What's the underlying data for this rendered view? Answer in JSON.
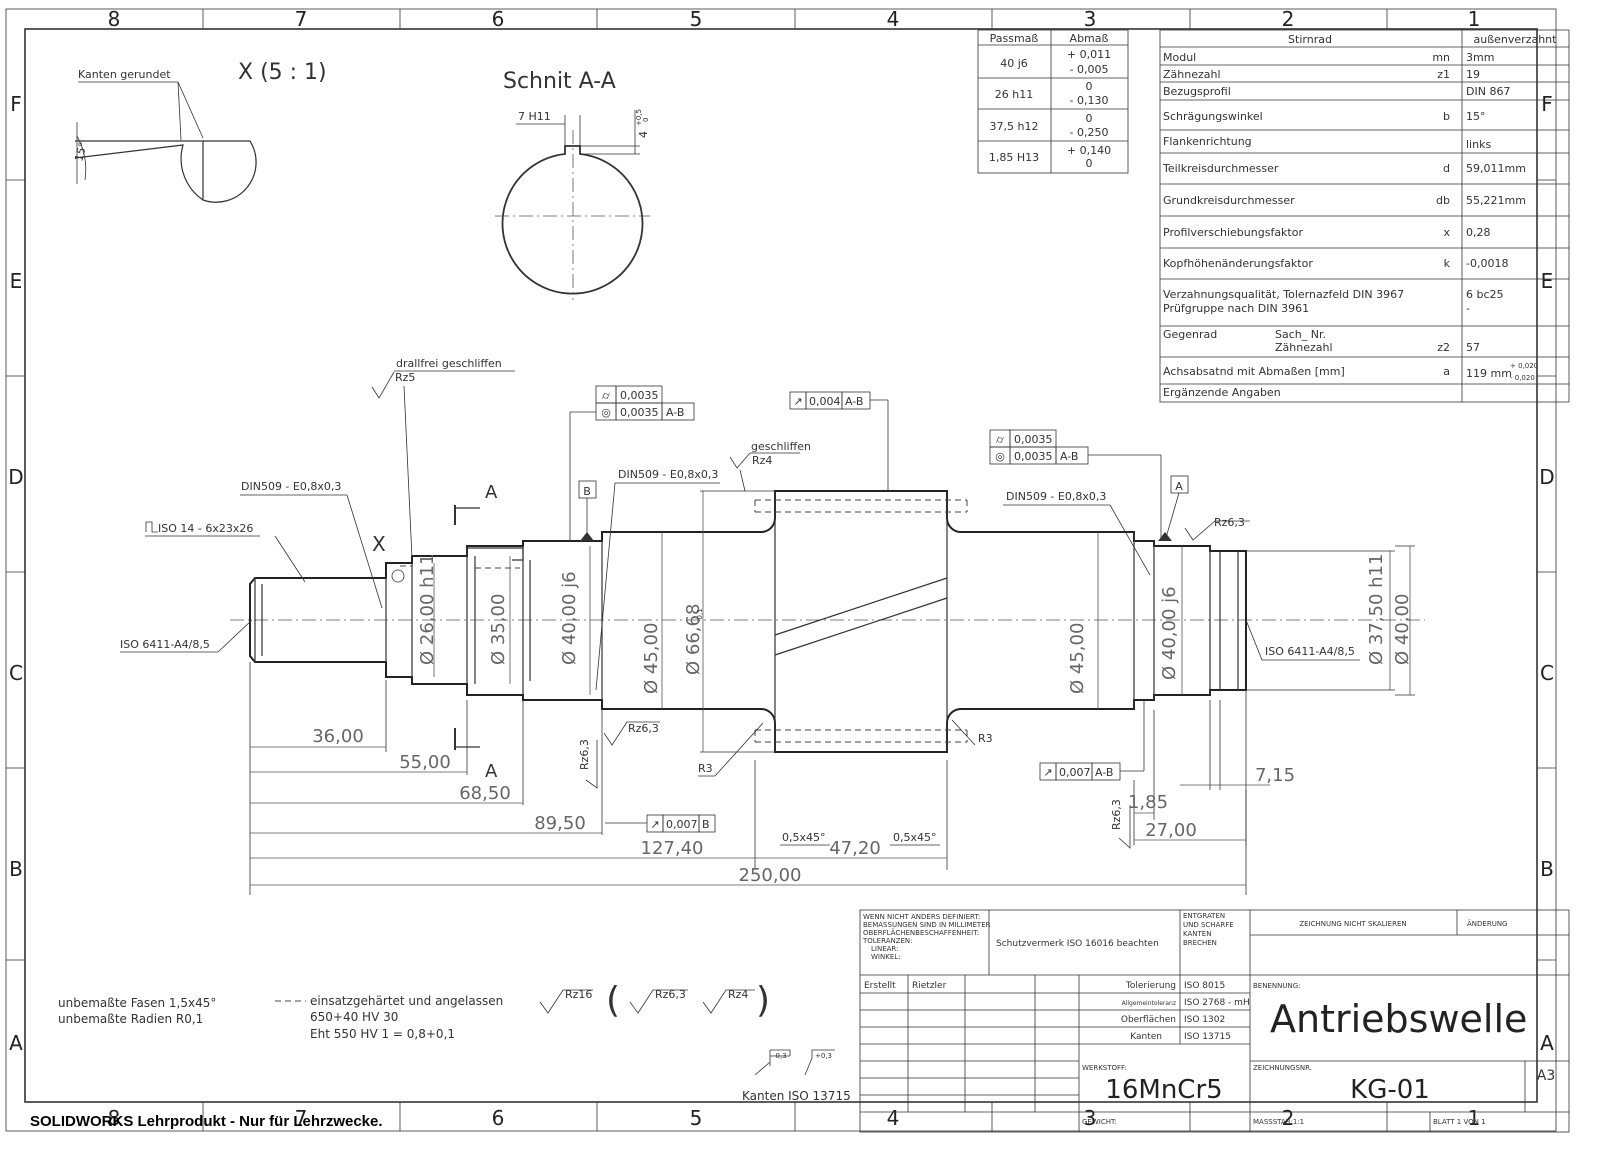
{
  "border": {
    "columns": [
      "8",
      "7",
      "6",
      "5",
      "4",
      "3",
      "2",
      "1"
    ],
    "rows": [
      "F",
      "E",
      "D",
      "C",
      "B",
      "A"
    ]
  },
  "watermark": "SOLIDWORKS Lehrprodukt - Nur für Lehrzwecke.",
  "detail_x": {
    "title": "X (5 : 1)",
    "note": "Kanten gerundet",
    "angle": "15°"
  },
  "section_aa": {
    "title": "Schnit A-A",
    "width_dim": "7 H11",
    "depth_dim": "4",
    "depth_tol_upper": "+0,5",
    "depth_tol_lower": "0"
  },
  "fit_table": {
    "headers": [
      "Passmaß",
      "Abmaß"
    ],
    "rows": [
      {
        "fit": "40 j6",
        "upper": "+ 0,011",
        "lower": "- 0,005"
      },
      {
        "fit": "26 h11",
        "upper": "0",
        "lower": "- 0,130"
      },
      {
        "fit": "37,5 h12",
        "upper": "0",
        "lower": "- 0,250"
      },
      {
        "fit": "1,85 H13",
        "upper": "+ 0,140",
        "lower": "0"
      }
    ]
  },
  "gear_table": {
    "header_left": "Stirnrad",
    "header_right": "außenverzahnt",
    "rows": [
      {
        "label": "Modul",
        "sym": "mn",
        "value": "3mm"
      },
      {
        "label": "Zähnezahl",
        "sym": "z1",
        "value": "19"
      },
      {
        "label": "Bezugsprofil",
        "sym": "",
        "value": "DIN 867"
      },
      {
        "label": "Schrägungswinkel",
        "sym": "b",
        "value": "15°"
      },
      {
        "label": "Flankenrichtung",
        "sym": "",
        "value": "links"
      },
      {
        "label": "Teilkreisdurchmesser",
        "sym": "d",
        "value": "59,011mm"
      },
      {
        "label": "Grundkreisdurchmesser",
        "sym": "db",
        "value": "55,221mm"
      },
      {
        "label": "Profilverschiebungsfaktor",
        "sym": "x",
        "value": "0,28"
      },
      {
        "label": "Kopfhöhenänderungsfaktor",
        "sym": "k",
        "value": "-0,0018"
      }
    ],
    "quality_label_1": "Verzahnungsqualität, Tolernazfeld DIN 3967",
    "quality_label_2": "Prüfgruppe nach DIN 3961",
    "quality_value_1": "6 bc25",
    "quality_value_2": "-",
    "gegenrad_label": "Gegenrad",
    "sach_nr_label": "Sach_ Nr.",
    "zaehnezahl_label": "Zähnezahl",
    "gegen_sym": "z2",
    "gegen_value": "57",
    "achs_label": "Achsabsatnd mit Abmaßen [mm]",
    "achs_sym": "a",
    "achs_value": "119 mm",
    "achs_tol_upper": "+ 0,020",
    "achs_tol_lower": "- 0,020",
    "extra_label": "Ergänzende Angaben"
  },
  "annotations": {
    "drallfrei": "drallfrei geschliffen",
    "rz5": "Rz5",
    "geschliffen": "geschliffen",
    "rz4": "Rz4",
    "din509_left": "DIN509 - E0,8x0,3",
    "din509_mid": "DIN509 - E0,8x0,3",
    "din509_right": "DIN509 - E0,8x0,3",
    "spline": "ISO 14 - 6x23x26",
    "center_left": "ISO 6411-A4/8,5",
    "center_right": "ISO 6411-A4/8,5",
    "x_label": "X",
    "section_a": "A",
    "datum_b": "B",
    "datum_a": "A",
    "rz63": "Rz6,3",
    "r3": "R3",
    "chamfer": "0,5x45°"
  },
  "gdt": {
    "cyl_left": "0,0035",
    "conc_left": "0,0035",
    "conc_left_ref": "A-B",
    "runout_top": "0,004",
    "runout_top_ref": "A-B",
    "cyl_right": "0,0035",
    "conc_right": "0,0035",
    "conc_right_ref": "A-B",
    "runout_right": "0,007",
    "runout_right_ref": "A-B",
    "runout_bottom": "0,007",
    "runout_bottom_ref": "B"
  },
  "dimensions": {
    "d26": "Ø 26,00 h11",
    "d35": "Ø 35,00",
    "d40_left": "Ø 40,00 j6",
    "d45_left": "Ø 45,00",
    "d6668": "Ø 66,68",
    "d6668_tol": "-0,1",
    "d45_right": "Ø 45,00",
    "d40_right": "Ø 40,00 j6",
    "d3750": "Ø 37,50 h11",
    "d40_end": "Ø 40,00",
    "l36": "36,00",
    "l55": "55,00",
    "l6850": "68,50",
    "l8950": "89,50",
    "l12740": "127,40",
    "l4720": "47,20",
    "l250": "250,00",
    "l185": "1,85",
    "l27": "27,00",
    "l715": "7,15"
  },
  "notes": {
    "fasen": "unbemaßte Fasen 1,5x45°",
    "radien": "unbemaßte Radien R0,1",
    "haerte1": "einsatzgehärtet und angelassen",
    "haerte2": "650+40 HV 30",
    "haerte3": "Eht 550 HV 1 = 0,8+0,1",
    "rz16": "Rz16",
    "rz63": "Rz6,3",
    "rz4": "Rz4",
    "kanten": "Kanten ISO 13715",
    "kanten_minus": "-0,3",
    "kanten_plus": "+0,3"
  },
  "title_block": {
    "general_1": "WENN NICHT ANDERS DEFINIERT:",
    "general_2": "BEMASSUNGEN SIND IN MILLIMETER",
    "general_3": "OBERFLÄCHENBESCHAFFENHEIT:",
    "general_4": "TOLERANZEN:",
    "general_5": "LINEAR:",
    "general_6": "WINKEL:",
    "schutz": "Schutzvermerk ISO 16016 beachten",
    "entgraten_1": "ENTGRATEN",
    "entgraten_2": "UND SCHARFE",
    "entgraten_3": "KANTEN",
    "entgraten_4": "BRECHEN",
    "nicht_skalieren": "ZEICHNUNG NICHT SKALIEREN",
    "aenderung": "ÄNDERUNG",
    "erstellt": "Erstellt",
    "erstellt_name": "Rietzler",
    "tolerierung": "Tolerierung",
    "tolerierung_val": "ISO 8015",
    "allgemein": "Allgemeintoleranz",
    "allgemein_val": "ISO 2768 - mH",
    "oberflaechen": "Oberflächen",
    "oberflaechen_val": "ISO 1302",
    "kanten": "Kanten",
    "kanten_val": "ISO 13715",
    "benennung_label": "BENENNUNG:",
    "benennung": "Antriebswelle",
    "werkstoff_label": "WERKSTOFF:",
    "werkstoff": "16MnCr5",
    "zeichnungsnr_label": "ZEICHNUNGSNR.",
    "zeichnungsnr": "KG-01",
    "format": "A3",
    "gewicht_label": "GEWICHT:",
    "massstab": "MASSSTAB:1:1",
    "blatt": "BLATT 1 VON 1"
  }
}
